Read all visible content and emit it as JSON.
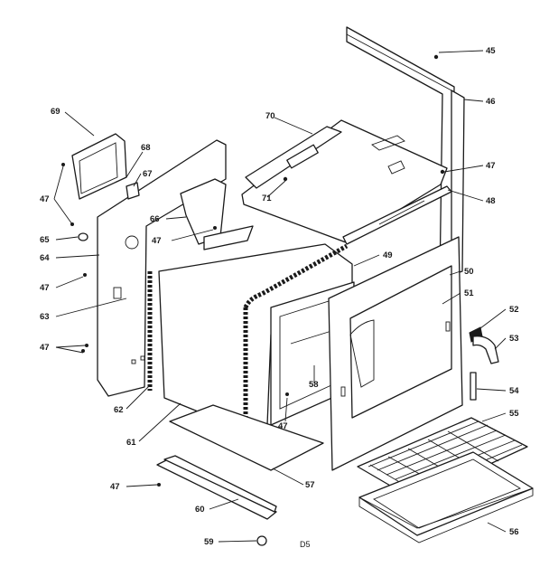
{
  "labels": {
    "p45": "45",
    "p46": "46",
    "p47": "47",
    "p48": "48",
    "p49": "49",
    "p50": "50",
    "p51": "51",
    "p52": "52",
    "p53": "53",
    "p54": "54",
    "p55": "55",
    "p56": "56",
    "p57": "57",
    "p58": "58",
    "p59": "59",
    "p60": "60",
    "p61": "61",
    "p62": "62",
    "p63": "63",
    "p64": "64",
    "p65": "65",
    "p66": "66",
    "p67": "67",
    "p68": "68",
    "p69": "69",
    "p70": "70",
    "p71": "71"
  },
  "code": "D5"
}
